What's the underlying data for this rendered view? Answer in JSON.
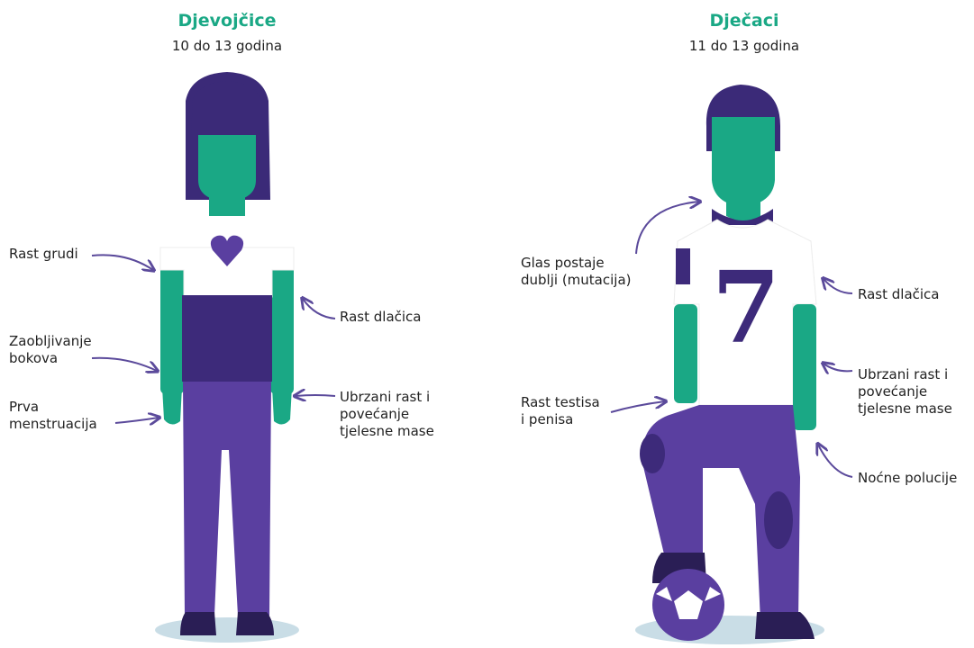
{
  "colors": {
    "accent": "#1aa885",
    "hair": "#3b2a78",
    "shirt_dark": "#3d2a7a",
    "pants": "#5a3fa0",
    "arrow": "#5b4a9b",
    "shadow": "#c9dde6"
  },
  "girls": {
    "title": "Djevojčice",
    "age": "10 do 13 godina",
    "labels": {
      "breast": "Rast grudi",
      "hips_1": "Zaobljivanje",
      "hips_2": "bokova",
      "menstruation_1": "Prva",
      "menstruation_2": "menstruacija",
      "hair": "Rast dlačica",
      "growth_1": "Ubrzani rast i",
      "growth_2": "povećanje",
      "growth_3": "tjelesne mase"
    }
  },
  "boys": {
    "title": "Dječaci",
    "age": "11 do 13 godina",
    "shirt_number": "7",
    "labels": {
      "voice_1": "Glas postaje",
      "voice_2": "dublji (mutacija)",
      "testes_1": "Rast testisa",
      "testes_2": "i penisa",
      "hair": "Rast dlačica",
      "growth_1": "Ubrzani rast i",
      "growth_2": "povećanje",
      "growth_3": "tjelesne mase",
      "emissions": "Noćne polucije"
    }
  }
}
